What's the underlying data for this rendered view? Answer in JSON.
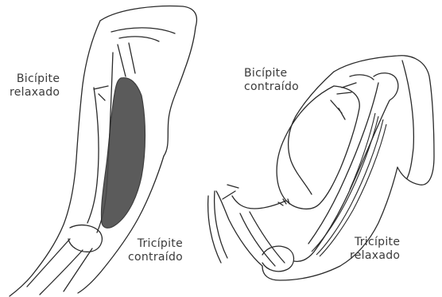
{
  "labels": {
    "bicep_relaxed": {
      "line1": "Bicípite",
      "line2": "relaxado"
    },
    "tricep_contracted": {
      "line1": "Tricípite",
      "line2": "contraído"
    },
    "bicep_contracted": {
      "line1": "Bicípite",
      "line2": "contraído"
    },
    "tricep_relaxed": {
      "line1": "Tricípite",
      "line2": "relaxado"
    }
  },
  "colors": {
    "ink": "#2a2a2a",
    "shade": "#4a4a4a",
    "paper": "#ffffff"
  }
}
